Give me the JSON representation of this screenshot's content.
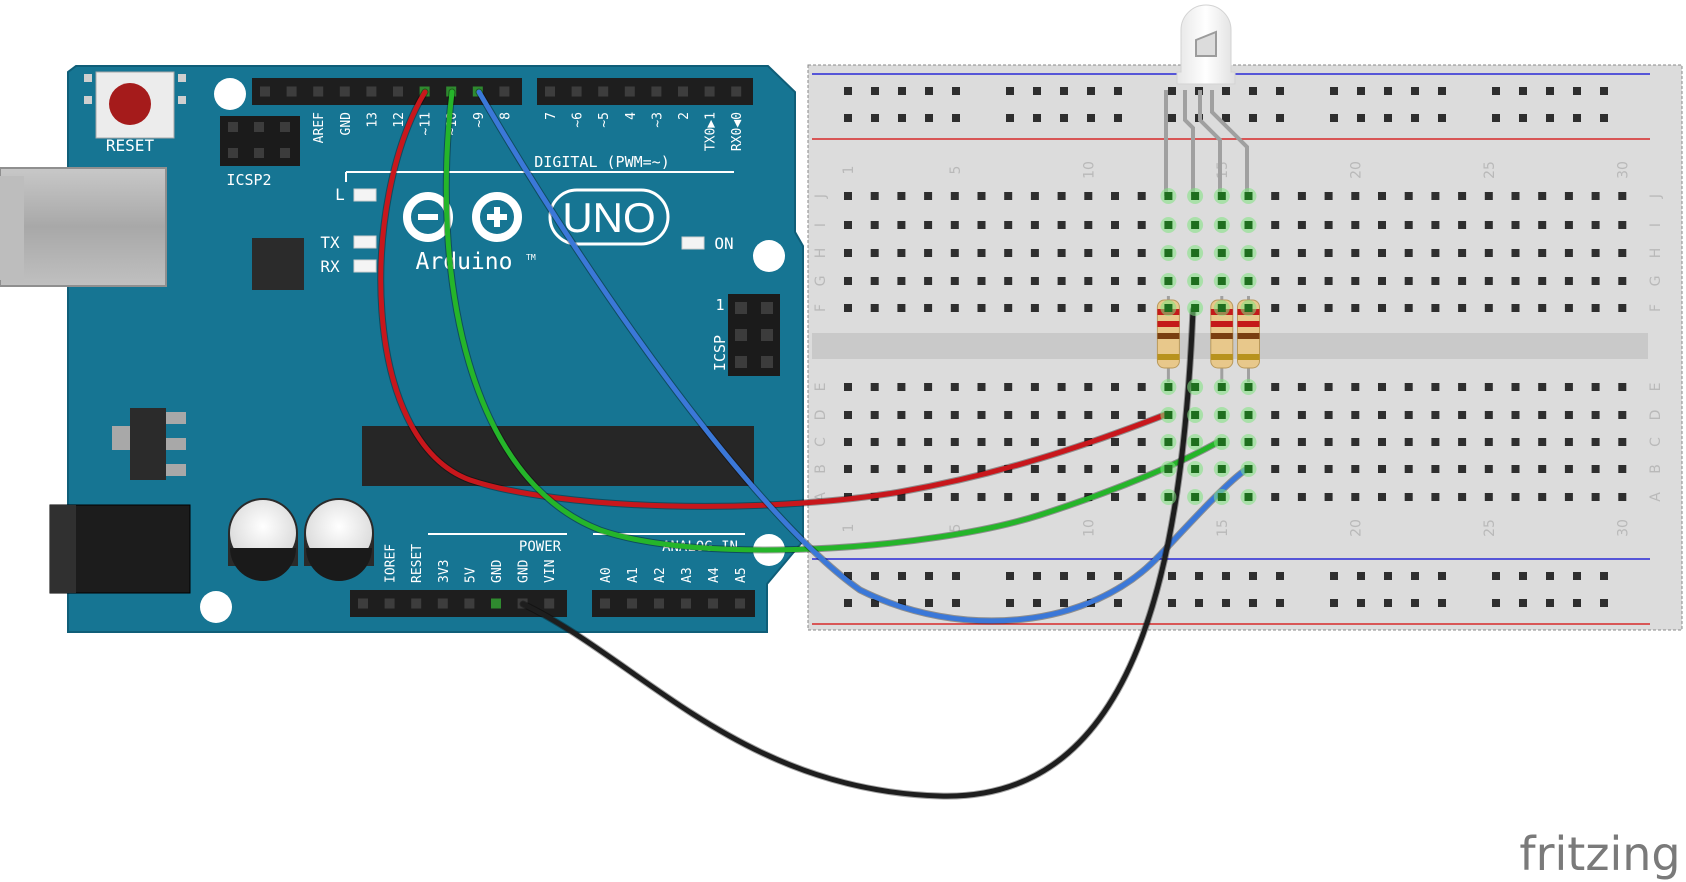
{
  "arduino": {
    "reset_label": "RESET",
    "icsp2_label": "ICSP2",
    "icsp_label": "ICSP",
    "icsp_pin1": "1",
    "led_l": "L",
    "led_tx": "TX",
    "led_rx": "RX",
    "led_on": "ON",
    "brand": "Arduino",
    "tm": "TM",
    "model": "UNO",
    "digital_label": "DIGITAL (PWM=~)",
    "power_label": "POWER",
    "analog_label": "ANALOG IN",
    "top_pins": [
      "AREF",
      "GND",
      "13",
      "12",
      "~11",
      "~10",
      "~9",
      "8",
      "7",
      "~6",
      "~5",
      "4",
      "~3",
      "2",
      "TX0▶1",
      "RX0◀0"
    ],
    "power_pins": [
      "IOREF",
      "RESET",
      "3V3",
      "5V",
      "GND",
      "GND",
      "VIN"
    ],
    "analog_pins": [
      "A0",
      "A1",
      "A2",
      "A3",
      "A4",
      "A5"
    ]
  },
  "breadboard": {
    "column_numbers": [
      "1",
      "5",
      "10",
      "15",
      "20",
      "25",
      "30"
    ],
    "rows_top": [
      "J",
      "I",
      "H",
      "G",
      "F"
    ],
    "rows_bottom": [
      "E",
      "D",
      "C",
      "B",
      "A"
    ]
  },
  "wires": [
    {
      "name": "red-wire",
      "color": "#c8171c",
      "from": "~11",
      "to": "breadboard"
    },
    {
      "name": "green-wire",
      "color": "#25b52a",
      "from": "~10",
      "to": "breadboard"
    },
    {
      "name": "blue-wire",
      "color": "#3b78d8",
      "from": "~9",
      "to": "breadboard"
    },
    {
      "name": "black-wire",
      "color": "#1e1e1e",
      "from": "GND",
      "to": "breadboard"
    }
  ],
  "logo": "fritzing"
}
